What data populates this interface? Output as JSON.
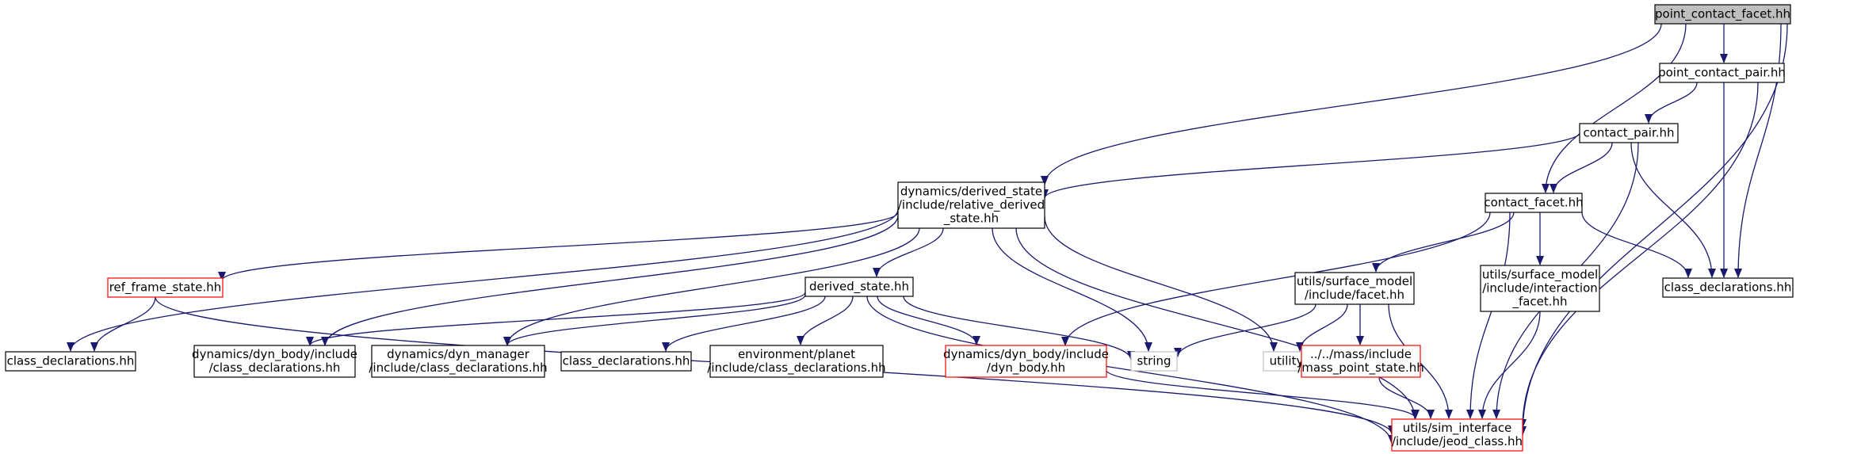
{
  "colors": {
    "edge": "#191970",
    "node_border": "#000000",
    "node_border_incomplete": "#ff0000",
    "node_border_system": "#bfbfbf",
    "root_fill": "#bfbfbf",
    "background": "#ffffff"
  },
  "nodes": [
    {
      "id": "root",
      "lines": [
        "point_contact_facet.hh"
      ],
      "style": "root"
    },
    {
      "id": "pcpair",
      "lines": [
        "point_contact_pair.hh"
      ],
      "style": "normal"
    },
    {
      "id": "cpair",
      "lines": [
        "contact_pair.hh"
      ],
      "style": "normal"
    },
    {
      "id": "reld",
      "lines": [
        "dynamics/derived_state",
        "/include/relative_derived",
        "_state.hh"
      ],
      "style": "normal"
    },
    {
      "id": "cfacet",
      "lines": [
        "contact_facet.hh"
      ],
      "style": "normal"
    },
    {
      "id": "cd_ut",
      "lines": [
        "class_declarations.hh"
      ],
      "style": "normal"
    },
    {
      "id": "rfs",
      "lines": [
        "ref_frame_state.hh"
      ],
      "style": "incomplete"
    },
    {
      "id": "ds",
      "lines": [
        "derived_state.hh"
      ],
      "style": "normal"
    },
    {
      "id": "facet",
      "lines": [
        "utils/surface_model",
        "/include/facet.hh"
      ],
      "style": "normal"
    },
    {
      "id": "ifacet",
      "lines": [
        "utils/surface_model",
        "/include/interaction",
        "_facet.hh"
      ],
      "style": "normal"
    },
    {
      "id": "cd_left",
      "lines": [
        "class_declarations.hh"
      ],
      "style": "normal"
    },
    {
      "id": "dbcd",
      "lines": [
        "dynamics/dyn_body/include",
        "/class_declarations.hh"
      ],
      "style": "normal"
    },
    {
      "id": "dmcd",
      "lines": [
        "dynamics/dyn_manager",
        "/include/class_declarations.hh"
      ],
      "style": "normal"
    },
    {
      "id": "cd_mid",
      "lines": [
        "class_declarations.hh"
      ],
      "style": "normal"
    },
    {
      "id": "envcd",
      "lines": [
        "environment/planet",
        "/include/class_declarations.hh"
      ],
      "style": "normal"
    },
    {
      "id": "dynbody",
      "lines": [
        "dynamics/dyn_body/include",
        "/dyn_body.hh"
      ],
      "style": "incomplete"
    },
    {
      "id": "string",
      "lines": [
        "string"
      ],
      "style": "system"
    },
    {
      "id": "utility",
      "lines": [
        "utility"
      ],
      "style": "system"
    },
    {
      "id": "mps",
      "lines": [
        "../../mass/include",
        "/mass_point_state.hh"
      ],
      "style": "incomplete"
    },
    {
      "id": "jeod",
      "lines": [
        "utils/sim_interface",
        "/include/jeod_class.hh"
      ],
      "style": "incomplete"
    }
  ],
  "edges": [
    [
      "root",
      "pcpair"
    ],
    [
      "root",
      "reld"
    ],
    [
      "root",
      "cfacet"
    ],
    [
      "root",
      "cd_ut"
    ],
    [
      "root",
      "jeod"
    ],
    [
      "pcpair",
      "cpair"
    ],
    [
      "pcpair",
      "cd_ut"
    ],
    [
      "pcpair",
      "jeod"
    ],
    [
      "cpair",
      "reld"
    ],
    [
      "cpair",
      "cfacet"
    ],
    [
      "cpair",
      "cd_ut"
    ],
    [
      "cpair",
      "jeod"
    ],
    [
      "reld",
      "rfs"
    ],
    [
      "reld",
      "cd_left"
    ],
    [
      "reld",
      "dbcd"
    ],
    [
      "reld",
      "dmcd"
    ],
    [
      "reld",
      "ds"
    ],
    [
      "reld",
      "string"
    ],
    [
      "reld",
      "utility"
    ],
    [
      "reld",
      "jeod"
    ],
    [
      "cfacet",
      "dynbody"
    ],
    [
      "cfacet",
      "facet"
    ],
    [
      "cfacet",
      "ifacet"
    ],
    [
      "cfacet",
      "cd_ut"
    ],
    [
      "cfacet",
      "jeod"
    ],
    [
      "rfs",
      "cd_left"
    ],
    [
      "rfs",
      "jeod"
    ],
    [
      "ds",
      "dbcd"
    ],
    [
      "ds",
      "dmcd"
    ],
    [
      "ds",
      "cd_mid"
    ],
    [
      "ds",
      "envcd"
    ],
    [
      "ds",
      "dynbody"
    ],
    [
      "ds",
      "string"
    ],
    [
      "ds",
      "jeod"
    ],
    [
      "facet",
      "string"
    ],
    [
      "facet",
      "utility"
    ],
    [
      "facet",
      "mps"
    ],
    [
      "facet",
      "jeod"
    ],
    [
      "ifacet",
      "jeod"
    ],
    [
      "dynbody",
      "jeod"
    ],
    [
      "mps",
      "jeod"
    ]
  ]
}
